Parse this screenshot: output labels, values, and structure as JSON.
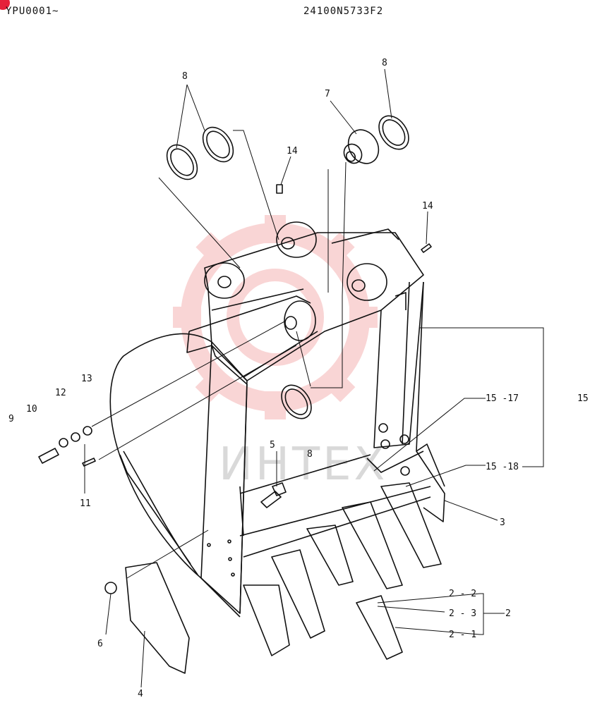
{
  "header": {
    "sheet_code": "YPU0001~",
    "part_number": "24100N5733F2"
  },
  "watermark": {
    "text": "ИНТЕХ",
    "color": "#f2b8b8"
  },
  "callouts": {
    "c8a": "8",
    "c8b": "8",
    "c8c": "8",
    "c7": "7",
    "c14a": "14",
    "c14b": "14",
    "c13": "13",
    "c12": "12",
    "c10": "10",
    "c9": "9",
    "c11": "11",
    "c5": "5",
    "c15_17": "15 -17",
    "c15": "15",
    "c15_18": "15 -18",
    "c3": "3",
    "c2_2": "2 - 2",
    "c2_3": "2 - 3",
    "c2": "2",
    "c2_1": "2 - 1",
    "c6": "6",
    "c4": "4"
  }
}
